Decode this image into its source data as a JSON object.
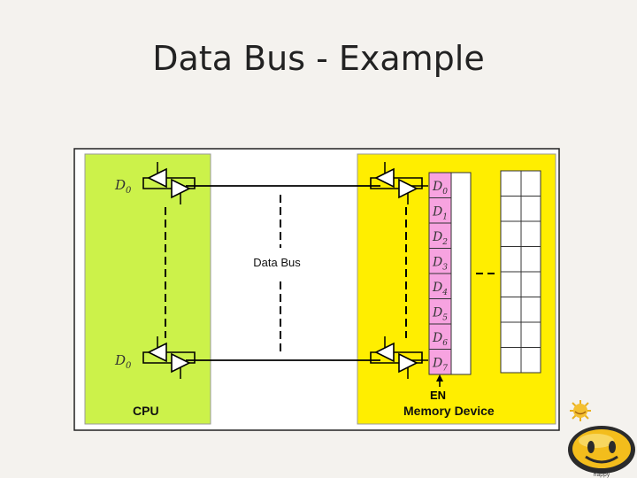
{
  "slide": {
    "title": "Data Bus - Example"
  },
  "diagram": {
    "cpu_label": "CPU",
    "bus_label": "Data Bus",
    "memory_label": "Memory Device",
    "enable_label": "EN",
    "cpu_pins": [
      {
        "letter": "D",
        "sub": "0"
      },
      {
        "letter": "D",
        "sub": "0"
      }
    ],
    "memory_bits": [
      {
        "letter": "D",
        "sub": "0"
      },
      {
        "letter": "D",
        "sub": "1"
      },
      {
        "letter": "D",
        "sub": "2"
      },
      {
        "letter": "D",
        "sub": "3"
      },
      {
        "letter": "D",
        "sub": "4"
      },
      {
        "letter": "D",
        "sub": "5"
      },
      {
        "letter": "D",
        "sub": "6"
      },
      {
        "letter": "D",
        "sub": "7"
      }
    ],
    "colors": {
      "cpu_fill": "#ccf24a",
      "memory_fill": "#ffee00",
      "bit_cell_fill": "#f7a3e0",
      "frame": "#222222"
    }
  },
  "logo": {
    "icon": "smiley-sun-logo",
    "caption": "happy"
  }
}
